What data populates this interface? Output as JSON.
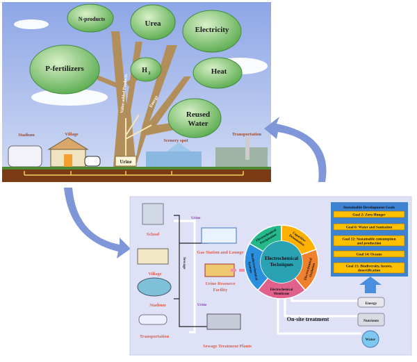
{
  "top_panel": {
    "outputs": [
      "N-products",
      "Urea",
      "Electricity",
      "P-fertilizers",
      "H",
      "Heat",
      "Reused",
      "Water"
    ],
    "h2_subscript": "2",
    "branch_labels": {
      "value_added": "Value-added Products",
      "energy": "Energy"
    },
    "source": "Urine",
    "places": [
      "Stadium",
      "Village",
      "Scenery spot",
      "Transportation"
    ]
  },
  "bottom_panel": {
    "sources": [
      "School",
      "Village",
      "Stadium",
      "Transportation"
    ],
    "facilities": [
      "Gas Station and Lounge",
      "Urine Resource",
      "Facility",
      "Sewage Treatment Plants"
    ],
    "flow_labels": {
      "urine_top": "Urine",
      "urine_bottom": "Urine",
      "sewage": "Sewage"
    },
    "center": [
      "Electrochemical",
      "Techniques"
    ],
    "techniques": [
      {
        "line1": "Electrochemical",
        "line2": "Precipitation",
        "color": "#23b98b"
      },
      {
        "line1": "Capacitive",
        "line2": "Deionization",
        "color": "#ffb000"
      },
      {
        "line1": "Electrochemical",
        "line2": "Oxidation",
        "color": "#f0802c"
      },
      {
        "line1": "Electrochemical",
        "line2": "Membrane",
        "color": "#e0628c"
      },
      {
        "line1": "Bioelectrochemical",
        "line2": "Systems",
        "color": "#2a8fdc"
      }
    ],
    "onsite": "On-site treatment",
    "outputs": [
      "Energy",
      "Nutrients",
      "Water"
    ],
    "sdg": {
      "title": "Sustainable Development Goals",
      "goals": [
        {
          "line1": "Goal 2: Zero Hunger",
          "line2": ""
        },
        {
          "line1": "Goal 6: Water and Sanitation",
          "line2": ""
        },
        {
          "line1": "Goal 12: Sustainable consumption",
          "line2": "and production"
        },
        {
          "line1": "Goal 14: Oceans",
          "line2": ""
        },
        {
          "line1": "Goal 15: Biodiversity, forests,",
          "line2": "desertification"
        }
      ]
    }
  }
}
